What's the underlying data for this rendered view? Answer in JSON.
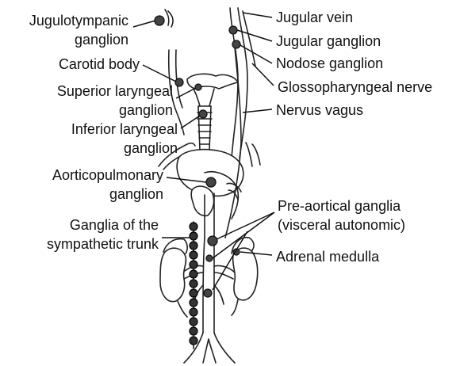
{
  "labels": {
    "jugulotympanic_1": "Jugulotympanic",
    "jugulotympanic_2": "ganglion",
    "carotid_body": "Carotid body",
    "superior_laryngeal_1": "Superior laryngeal",
    "superior_laryngeal_2": "ganglion",
    "inferior_laryngeal_1": "Inferior laryngeal",
    "inferior_laryngeal_2": "ganglion",
    "aorticopulmonary_1": "Aorticopulmonary",
    "aorticopulmonary_2": "ganglion",
    "sympathetic_trunk_1": "Ganglia of the",
    "sympathetic_trunk_2": "sympathetic trunk",
    "jugular_vein": "Jugular vein",
    "jugular_ganglion": "Jugular ganglion",
    "nodose_ganglion": "Nodose ganglion",
    "glossopharyngeal_nerve": "Glossopharyngeal nerve",
    "nervus_vagus": "Nervus vagus",
    "pre_aortical_1": "Pre-aortical ganglia",
    "pre_aortical_2": "(visceral autonomic)",
    "adrenal_medulla": "Adrenal medulla"
  },
  "colors": {
    "line": "#222222",
    "ganglion_fill": "#444444",
    "background": "#ffffff"
  }
}
